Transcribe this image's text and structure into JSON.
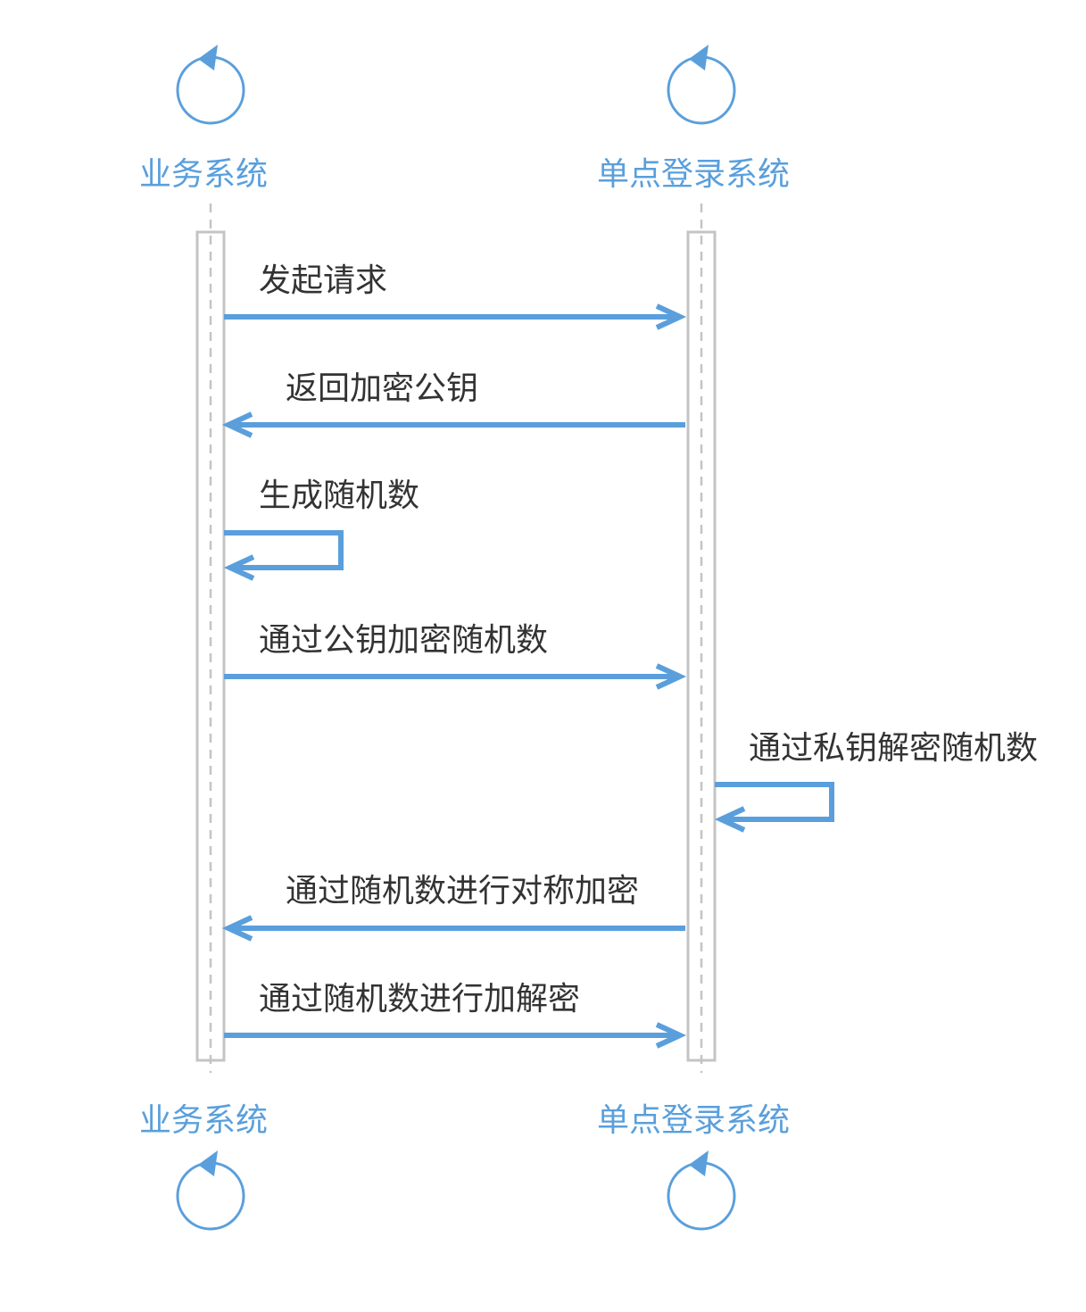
{
  "colors": {
    "accent": "#5a9fdc",
    "lifeline": "#c4c4c4",
    "activation_border": "#c4c4c4",
    "text": "#333333",
    "background": "#ffffff"
  },
  "participants": [
    {
      "id": "biz",
      "label": "业务系统",
      "icon": "control-icon"
    },
    {
      "id": "sso",
      "label": "单点登录系统",
      "icon": "control-icon"
    }
  ],
  "messages": [
    {
      "from": "biz",
      "to": "sso",
      "label": "发起请求"
    },
    {
      "from": "sso",
      "to": "biz",
      "label": "返回加密公钥"
    },
    {
      "from": "biz",
      "to": "biz",
      "label": "生成随机数"
    },
    {
      "from": "biz",
      "to": "sso",
      "label": "通过公钥加密随机数"
    },
    {
      "from": "sso",
      "to": "sso",
      "label": "通过私钥解密随机数"
    },
    {
      "from": "sso",
      "to": "biz",
      "label": "通过随机数进行对称加密"
    },
    {
      "from": "biz",
      "to": "sso",
      "label": "通过随机数进行加解密"
    }
  ]
}
